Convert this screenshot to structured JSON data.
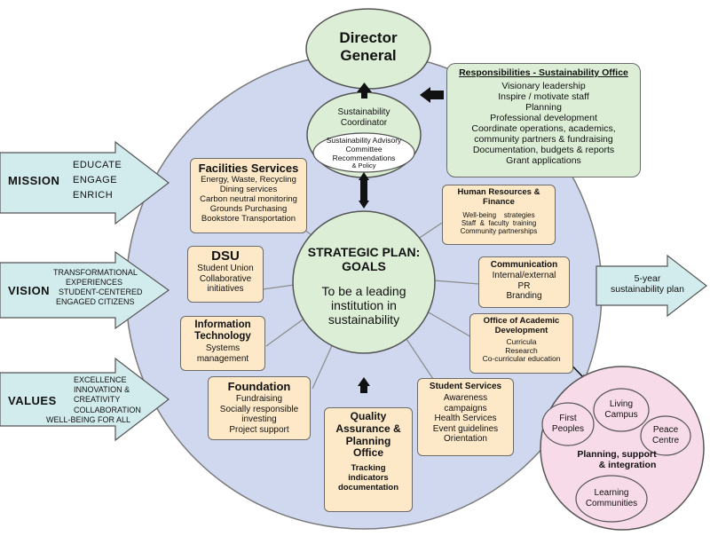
{
  "director": {
    "title_line1": "Director",
    "title_line2": "General"
  },
  "responsibilities": {
    "title": "Responsibilities - Sustainability  Office",
    "items": [
      "Visionary leadership",
      "Inspire / motivate staff",
      "Planning",
      "Professional development",
      "Coordinate operations, academics,",
      "community partners & fundraising",
      "Documentation, budgets & reports",
      "Grant applications"
    ]
  },
  "coordinator": {
    "title_line1": "Sustainability",
    "title_line2": "Coordinator",
    "committee_lines": [
      "Sustainability Advisory",
      "Committee",
      "Recommendations",
      "& Policy"
    ]
  },
  "mission": {
    "label": "MISSION",
    "items": [
      "EDUCATE",
      "ENGAGE",
      "ENRICH"
    ]
  },
  "vision": {
    "label": "VISION",
    "items": [
      "TRANSFORMATIONAL",
      "EXPERIENCES",
      "STUDENT-CENTERED",
      "ENGAGED CITIZENS"
    ]
  },
  "values": {
    "label": "VALUES",
    "items": [
      "EXCELLENCE",
      "INNOVATION &",
      "CREATIVITY",
      "COLLABORATION",
      "WELL-BEING FOR ALL"
    ]
  },
  "five_year": {
    "line1": "5-year",
    "line2": "sustainability plan"
  },
  "strategic_plan": {
    "title_line1": "STRATEGIC PLAN:",
    "title_line2": "GOALS",
    "goal_lines": [
      "To be a leading",
      "institution in",
      "sustainability"
    ]
  },
  "facilities": {
    "title": "Facilities Services",
    "lines": [
      "Energy, Waste, Recycling",
      "Dining services",
      "Carbon neutral monitoring",
      "Grounds Purchasing",
      "Bookstore Transportation"
    ]
  },
  "hr": {
    "title_line1": "Human Resources &",
    "title_line2": "Finance",
    "lines": [
      "Well-being    strategies",
      "Staff  &  faculty  training",
      "Community partnerships"
    ]
  },
  "dsu": {
    "title": "DSU",
    "lines": [
      "Student Union",
      "Collaborative",
      "initiatives"
    ]
  },
  "communication": {
    "title": "Communication",
    "lines": [
      "Internal/external",
      "PR",
      "Branding"
    ]
  },
  "it": {
    "title_line1": "Information",
    "title_line2": "Technology",
    "lines": [
      "Systems",
      "management"
    ]
  },
  "academic": {
    "title_line1": "Office of Academic",
    "title_line2": "Development",
    "lines": [
      "Curricula",
      "Research",
      "Co-curricular education"
    ]
  },
  "foundation": {
    "title": "Foundation",
    "lines": [
      "Fundraising",
      "Socially responsible",
      "investing",
      "Project support"
    ]
  },
  "quality": {
    "title_lines": [
      "Quality",
      "Assurance &",
      "Planning",
      "Office"
    ],
    "lines": [
      "Tracking",
      "indicators",
      "documentation"
    ]
  },
  "student_services": {
    "title": "Student Services",
    "lines": [
      "Awareness",
      "campaigns",
      "Health Services",
      "Event guidelines",
      "Orientation"
    ]
  },
  "planning_circle": {
    "title_line1": "Planning, support",
    "title_line2": "& integration",
    "living_campus": [
      "Living",
      "Campus"
    ],
    "first_peoples": [
      "First",
      "Peoples"
    ],
    "peace_centre": [
      "Peace",
      "Centre"
    ],
    "learning_communities": [
      "Learning",
      "Communities"
    ]
  },
  "colors": {
    "big_circle": "#cfd8ee",
    "green": "#dcefd6",
    "orange_box": "#fde9c8",
    "arrow": "#d2ecee",
    "pink": "#f8dbe8"
  }
}
